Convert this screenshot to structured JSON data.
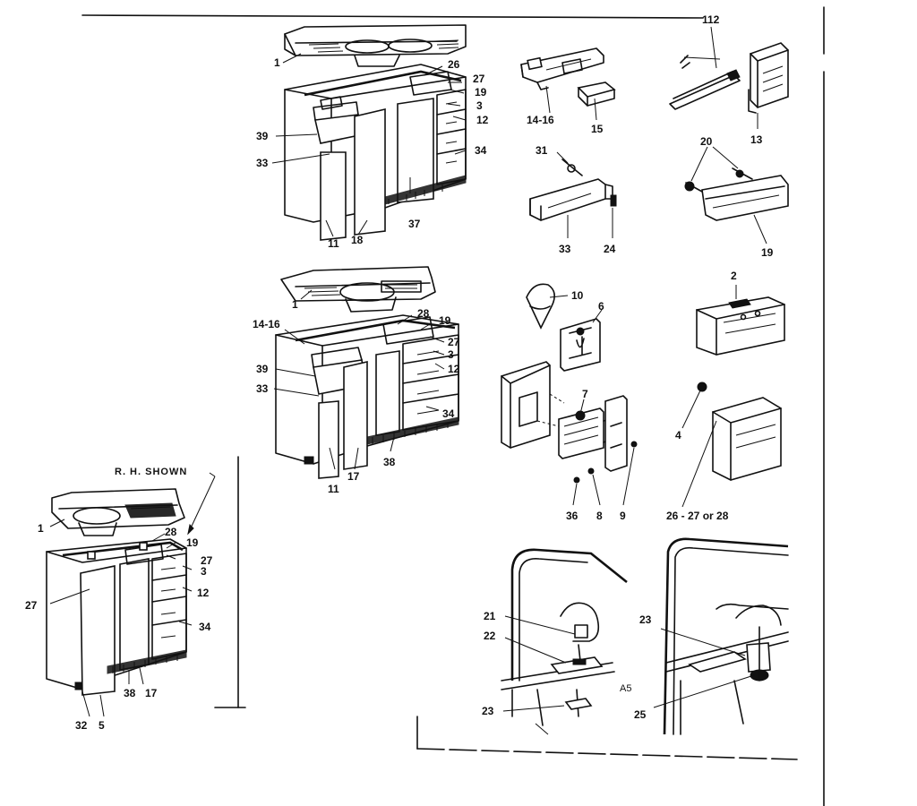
{
  "labels": {
    "p1": "1",
    "p26a": "26",
    "p27a": "27",
    "p19a": "19",
    "p3a": "3",
    "p12a": "12",
    "p39a": "39",
    "p33a": "33",
    "p34a": "34",
    "p11a": "11",
    "p18": "18",
    "p37": "37",
    "p112": "112",
    "p14_16a": "14-16",
    "p15": "15",
    "p13": "13",
    "p31": "31",
    "p33b": "33",
    "p24": "24",
    "p20": "20",
    "p19b": "19",
    "p1b": "1",
    "p14_16b": "14-16",
    "p28a": "28",
    "p19c": "19",
    "p27b": "27",
    "p3b": "3",
    "p12b": "12",
    "p39b": "39",
    "p33c": "33",
    "p34b": "34",
    "p11b": "11",
    "p17a": "17",
    "p38a": "38",
    "p10": "10",
    "p6": "6",
    "p7": "7",
    "p36": "36",
    "p8": "8",
    "p9": "9",
    "p2": "2",
    "p4": "4",
    "p26_28": "26 - 27 or 28",
    "rh_shown": "R. H. SHOWN",
    "p1c": "1",
    "p28b": "28",
    "p19d": "19",
    "p27c": "27",
    "p3c": "3",
    "p27d": "27",
    "p12c": "12",
    "p34c": "34",
    "p32": "32",
    "p5": "5",
    "p38b": "38",
    "p17b": "17",
    "p21": "21",
    "p22": "22",
    "p23a": "23",
    "p23b": "23",
    "p25": "25",
    "a5": "A5"
  }
}
